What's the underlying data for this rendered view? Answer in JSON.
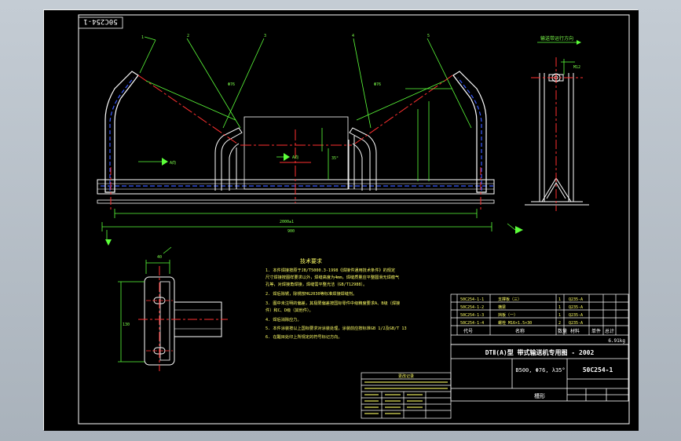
{
  "drawing": {
    "number_rotated": "50C254-1",
    "view_label": "输送带运行方向",
    "tech_title": "技术要求",
    "tech_notes": [
      "1. 本件焊接按原于JB/T5000.3-1998《焊接件通用技术条件》的规定",
      "   尺寸焊接按图样要求以外，焊缝高度为4mm，焊缝质量应平整圆滑无焊瘤气",
      "   孔等，对焊接角焊接，焊缝需平整光洁（GB/T12988）。",
      "2. 焊后除锈，除锈按HG2030等标准焊接焊缝剂。",
      "3. 图中未注明的偏差，其极限偏差按国标零件中级精度要求A、B级（焊接",
      "   件）和C、D级（其他件）。",
      "4. 焊后消除应力。",
      "5. 本件涂装按以上国标要求对涂装处理，涂装前应按标准GB 1/2及GB/T 13",
      "6. 在醒目处印上所规定的符号标记方向。"
    ],
    "title_block": {
      "main_title": "DTⅡ(A)型  带式输送机专用图 - 2002",
      "spec": "B500, Φ76, λ35°",
      "code": "50C254-1",
      "name": "槽形",
      "total_mass": "6.91kg",
      "header_labels": [
        "代号",
        "名称",
        "数量",
        "材料",
        "单件",
        "总计"
      ],
      "parts": [
        {
          "code": "50C254-1-1",
          "name": "支撑板（三）",
          "qty": "1",
          "material": "Q235-A"
        },
        {
          "code": "50C254-1-2",
          "name": "横梁",
          "qty": "1",
          "material": "Q235-A"
        },
        {
          "code": "50C254-1-3",
          "name": "挡板（一）",
          "qty": "1",
          "material": "Q235-A"
        },
        {
          "code": "50C254-1-4",
          "name": "螺栓 M16×1.5×30",
          "qty": "2",
          "material": "Q235-A"
        }
      ],
      "revision_title": "更改记录"
    }
  }
}
